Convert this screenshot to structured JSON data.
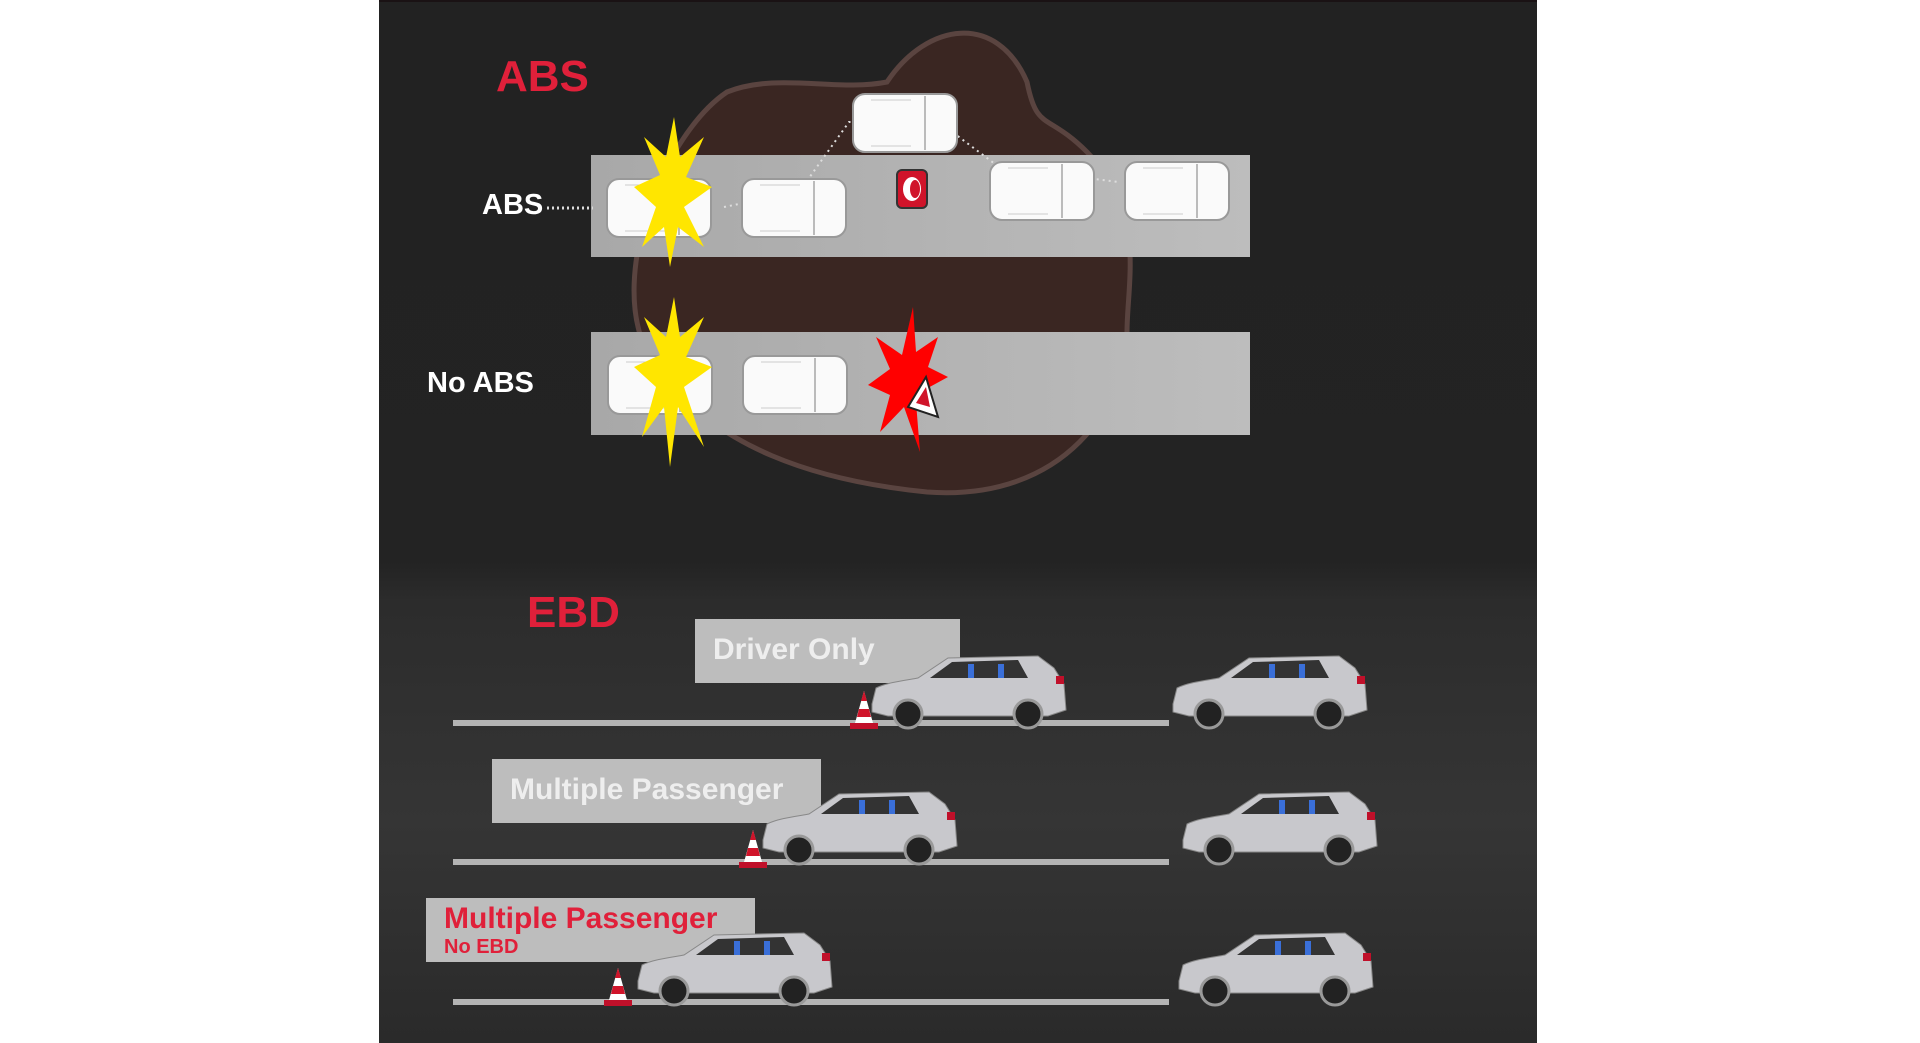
{
  "abs_section": {
    "title": "ABS",
    "rows": [
      {
        "label": "ABS"
      },
      {
        "label": "No ABS"
      }
    ]
  },
  "ebd_section": {
    "title": "EBD",
    "scenarios": [
      {
        "label": "Driver Only",
        "sublabel": ""
      },
      {
        "label": "Multiple Passenger",
        "sublabel": ""
      },
      {
        "label": "Multiple Passenger",
        "sublabel": "No EBD"
      }
    ]
  },
  "colors": {
    "accent_red": "#e0203a",
    "puddle": "#3a2622",
    "panel": "#222222"
  }
}
